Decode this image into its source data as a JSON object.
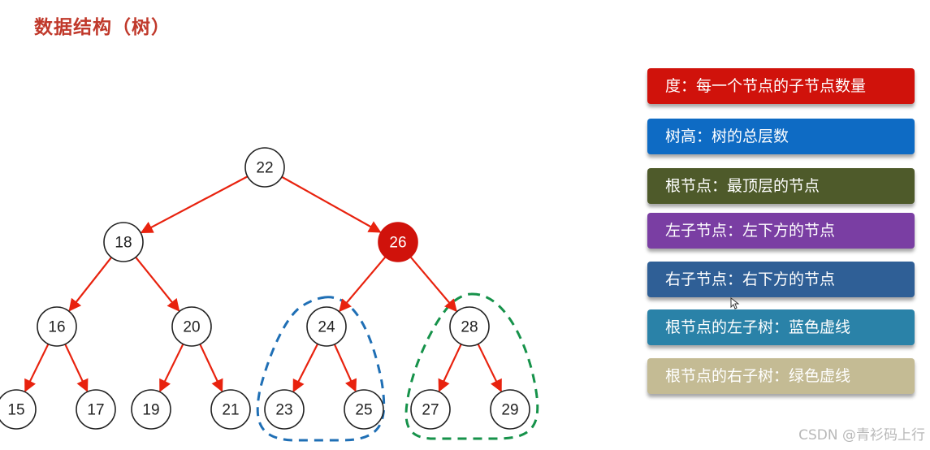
{
  "title": "数据结构（树）",
  "tree": {
    "nodes": [
      {
        "id": "22",
        "label": "22",
        "root": false
      },
      {
        "id": "18",
        "label": "18",
        "root": false
      },
      {
        "id": "26",
        "label": "26",
        "root": true
      },
      {
        "id": "16",
        "label": "16",
        "root": false
      },
      {
        "id": "20",
        "label": "20",
        "root": false
      },
      {
        "id": "24",
        "label": "24",
        "root": false
      },
      {
        "id": "28",
        "label": "28",
        "root": false
      },
      {
        "id": "15",
        "label": "15",
        "root": false
      },
      {
        "id": "17",
        "label": "17",
        "root": false
      },
      {
        "id": "19",
        "label": "19",
        "root": false
      },
      {
        "id": "21",
        "label": "21",
        "root": false
      },
      {
        "id": "23",
        "label": "23",
        "root": false
      },
      {
        "id": "25",
        "label": "25",
        "root": false
      },
      {
        "id": "27",
        "label": "27",
        "root": false
      },
      {
        "id": "29",
        "label": "29",
        "root": false
      }
    ],
    "edges": [
      [
        "22",
        "18"
      ],
      [
        "22",
        "26"
      ],
      [
        "18",
        "16"
      ],
      [
        "18",
        "20"
      ],
      [
        "26",
        "24"
      ],
      [
        "26",
        "28"
      ],
      [
        "16",
        "15"
      ],
      [
        "16",
        "17"
      ],
      [
        "20",
        "19"
      ],
      [
        "20",
        "21"
      ],
      [
        "24",
        "23"
      ],
      [
        "24",
        "25"
      ],
      [
        "28",
        "27"
      ],
      [
        "28",
        "29"
      ]
    ],
    "highlight_color": "#d0120b",
    "edge_color": "#e8220e",
    "left_subtree_color": "#1f6fb5",
    "right_subtree_color": "#16924a"
  },
  "legend": [
    {
      "text": "度：每一个节点的子节点数量",
      "color": "#d0120b"
    },
    {
      "text": "树高：树的总层数",
      "color": "#0e6bc4"
    },
    {
      "text": "根节点：最顶层的节点",
      "color": "#4e5a2a"
    },
    {
      "text": "左子节点：左下方的节点",
      "color": "#7a3ea3"
    },
    {
      "text": "右子节点：右下方的节点",
      "color": "#2f5f96"
    },
    {
      "text": "根节点的左子树：蓝色虚线",
      "color": "#2a82a8"
    },
    {
      "text": "根节点的右子树：绿色虚线",
      "color": "#c4bb94"
    }
  ],
  "watermark": "CSDN @青衫码上行"
}
